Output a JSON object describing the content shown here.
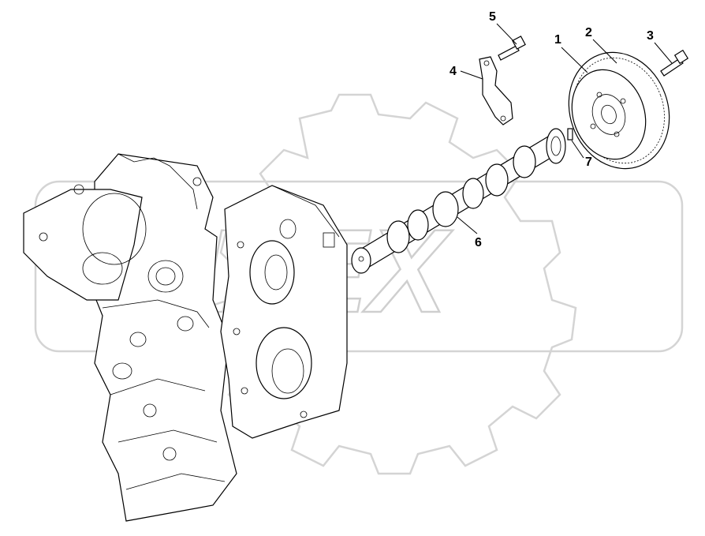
{
  "watermark": {
    "text": "DREX",
    "color": "#cfcfcf"
  },
  "callouts": [
    {
      "id": "1",
      "label": "1",
      "part": "camshaft-gear-hub"
    },
    {
      "id": "2",
      "label": "2",
      "part": "camshaft-gear"
    },
    {
      "id": "3",
      "label": "3",
      "part": "bolt"
    },
    {
      "id": "4",
      "label": "4",
      "part": "retaining-plate"
    },
    {
      "id": "5",
      "label": "5",
      "part": "bolt"
    },
    {
      "id": "6",
      "label": "6",
      "part": "camshaft"
    },
    {
      "id": "7",
      "label": "7",
      "part": "dowel-pin"
    }
  ],
  "line_color": "#000000",
  "background": "#ffffff"
}
